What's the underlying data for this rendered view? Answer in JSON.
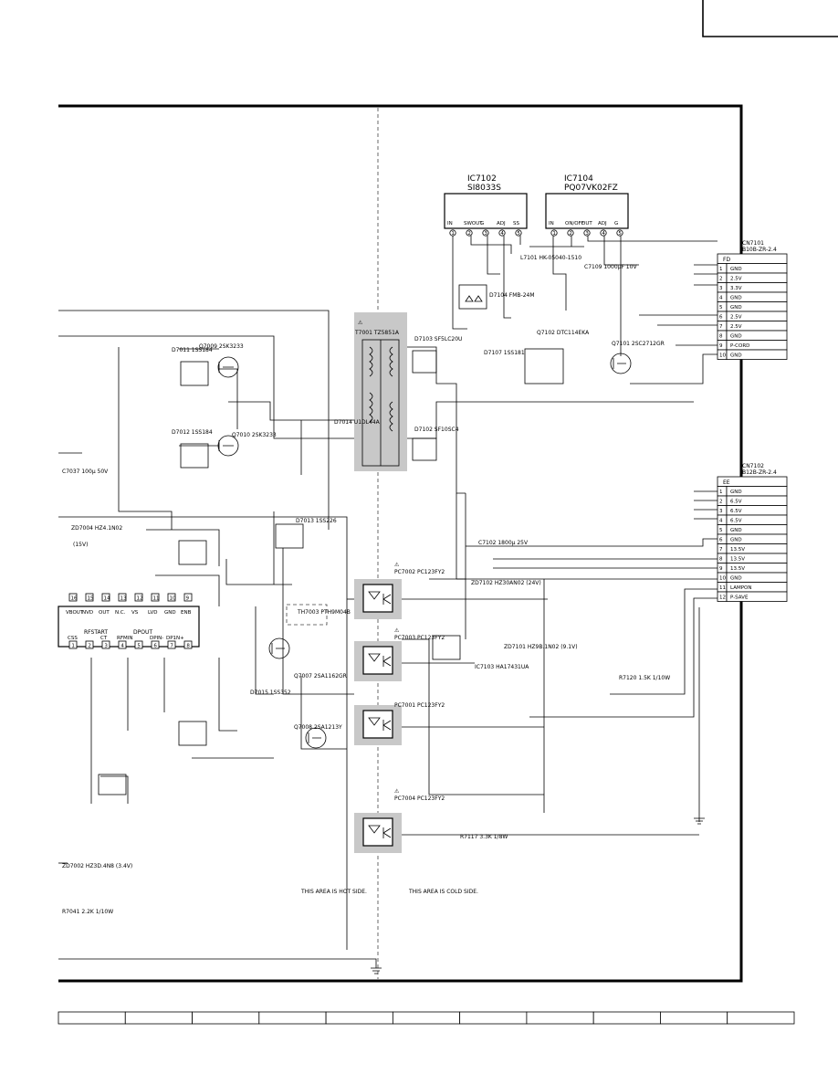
{
  "ic7102": {
    "ref": "IC7102",
    "part": "SI8033S",
    "pins": [
      "1",
      "2",
      "3",
      "4",
      "5"
    ],
    "pin_labels": [
      "IN",
      "SWOUT",
      "G",
      "ADJ",
      "SS"
    ]
  },
  "ic7104": {
    "ref": "IC7104",
    "part": "PQ07VK02FZ",
    "pins": [
      "1",
      "2",
      "3",
      "4",
      "5"
    ],
    "pin_labels": [
      "IN",
      "ON/OFF",
      "OUT",
      "ADJ",
      "G"
    ]
  },
  "cn7101": {
    "ref": "CN7101",
    "part": "B10B-ZR-2.4",
    "title": "FD",
    "rows": [
      {
        "n": "1",
        "s": "GND"
      },
      {
        "n": "2",
        "s": "2.5V"
      },
      {
        "n": "3",
        "s": "3.3V"
      },
      {
        "n": "4",
        "s": "GND"
      },
      {
        "n": "5",
        "s": "GND"
      },
      {
        "n": "6",
        "s": "2.5V"
      },
      {
        "n": "7",
        "s": "2.5V"
      },
      {
        "n": "8",
        "s": "GND"
      },
      {
        "n": "9",
        "s": "P-CORD"
      },
      {
        "n": "10",
        "s": "GND"
      }
    ]
  },
  "cn7102": {
    "ref": "CN7102",
    "part": "B12B-ZR-2.4",
    "title": "EE",
    "rows": [
      {
        "n": "1",
        "s": "GND"
      },
      {
        "n": "2",
        "s": "6.5V"
      },
      {
        "n": "3",
        "s": "6.5V"
      },
      {
        "n": "4",
        "s": "6.5V"
      },
      {
        "n": "5",
        "s": "GND"
      },
      {
        "n": "6",
        "s": "GND"
      },
      {
        "n": "7",
        "s": "13.5V"
      },
      {
        "n": "8",
        "s": "13.5V"
      },
      {
        "n": "9",
        "s": "13.5V"
      },
      {
        "n": "10",
        "s": "GND"
      },
      {
        "n": "11",
        "s": "LAMPON"
      },
      {
        "n": "12",
        "s": "P-SAVE"
      }
    ]
  },
  "ctrl_ic": {
    "top_pins": [
      "16",
      "15",
      "14",
      "13",
      "12",
      "11",
      "10",
      "9"
    ],
    "top_labels": [
      "VBOUT",
      "NVD",
      "OUT",
      "N.C.",
      "VS",
      "LVD",
      "GND",
      "ENB"
    ],
    "bottom_pins": [
      "1",
      "2",
      "3",
      "4",
      "5",
      "6",
      "7",
      "8"
    ],
    "bottom_labels": [
      "CSS",
      "",
      "CT",
      "RFMIN",
      "",
      "DPIN-",
      "DP1N+",
      ""
    ],
    "mid_labels": [
      "RFSTART",
      "DPOUT"
    ]
  },
  "labels": {
    "t7001": "T7001 TZ5851A",
    "q7009": "Q7009 2SK3233",
    "q7010": "Q7010 2SK3233",
    "q7011": "D7011 1SS184",
    "q7012": "D7012 1SS184",
    "q7007": "Q7007 2SA1162GR",
    "q7008": "Q7008 2SA1213Y",
    "q7101": "Q7101 2SC2712GR",
    "q7102": "Q7102 DTC114EKA",
    "d7103": "D7103 SF5LC20U",
    "d7102": "D7102 SF10SC4",
    "d7104": "D7104 FMB-24M",
    "d7107": "D7107 1SS181",
    "l7101": "L7101 HK-05040-1510",
    "pc7001": "PC7001 PC123FY2",
    "pc7002": "PC7002 PC123FY2",
    "pc7003": "PC7003 PC123FY2",
    "pc7004": "PC7004 PC123FY2",
    "ic7103": "IC7103 HA17431UA",
    "zd7102": "ZD7102 HZ30AN02 (24V)",
    "zd7101": "ZD7101 HZ9B.1N02 (9.1V)",
    "th7003": "TH7003 PTH9M04B",
    "zd7004": "ZD7004 HZ4.1N02",
    "zd7002": "ZD7002 HZ3D.4N8 (3.4V)",
    "d7014": "D7014 U1DL44A",
    "d7013": "D7013 1SS226",
    "d7015": "D7015 1SS352",
    "r7041": "R7041 2.2K 1/10W",
    "c7037": "C7037 100μ 50V",
    "c7109": "C7109 1000μF 10V",
    "c7102": "C7102 1800μ 25V",
    "r7120": "R7120 1.5K 1/10W",
    "r7117": "R7117 3.3K 1/8W",
    "vline": "(15V)"
  },
  "notes": {
    "hot": "THIS AREA IS HOT SIDE.",
    "cold": "THIS AREA IS COLD SIDE."
  },
  "warning_symbol": "⚠",
  "bottom_table_cells": [
    "",
    "",
    "",
    "",
    "",
    "",
    "",
    "",
    "",
    "",
    ""
  ]
}
